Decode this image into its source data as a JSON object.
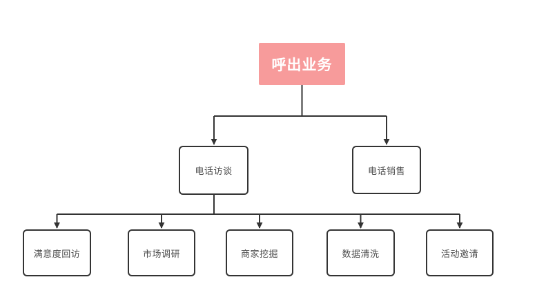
{
  "diagram": {
    "type": "org-flowchart",
    "root": {
      "label": "呼出业务"
    },
    "level2": [
      {
        "label": "电话访谈"
      },
      {
        "label": "电话销售"
      }
    ],
    "level3": [
      {
        "label": "满意度回访"
      },
      {
        "label": "市场调研"
      },
      {
        "label": "商家挖掘"
      },
      {
        "label": "数据清洗"
      },
      {
        "label": "活动邀请"
      }
    ],
    "edges": [
      {
        "from": "呼出业务",
        "to": "电话访谈"
      },
      {
        "from": "呼出业务",
        "to": "电话销售"
      },
      {
        "from": "电话访谈",
        "to": "满意度回访"
      },
      {
        "from": "电话访谈",
        "to": "市场调研"
      },
      {
        "from": "电话访谈",
        "to": "商家挖掘"
      },
      {
        "from": "电话访谈",
        "to": "数据清洗"
      },
      {
        "from": "电话访谈",
        "to": "活动邀请"
      }
    ]
  },
  "colors": {
    "background": "#ffffff",
    "root_fill": "#f79b9b",
    "root_text": "#ffffff",
    "node_border": "#333333",
    "node_text": "#4d4d4d",
    "connector": "#333333"
  }
}
